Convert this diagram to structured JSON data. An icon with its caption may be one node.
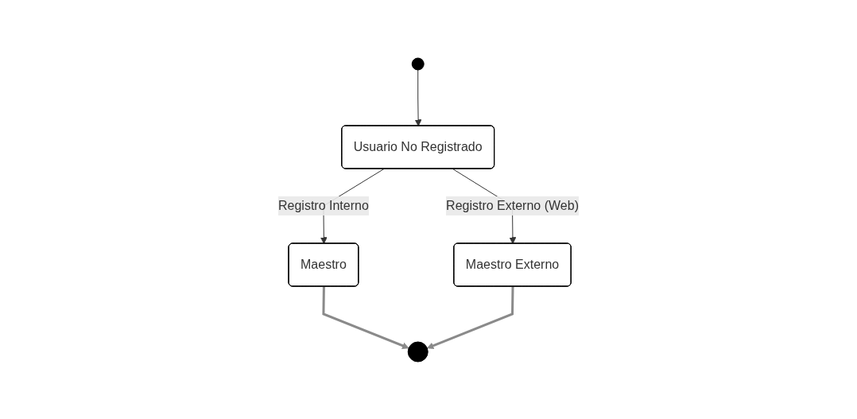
{
  "diagram": {
    "nodes": [
      {
        "text": [],
        "shape": "circle"
      },
      {
        "text": [
          "Usuario No Registrado"
        ]
      },
      {
        "text": [
          "Maestro"
        ]
      },
      {
        "text": [
          "Maestro Externo"
        ]
      },
      {
        "text": [],
        "shape": "circle"
      }
    ],
    "edges": [
      {
        "from": 0,
        "to": 1,
        "arrow": "to"
      },
      {
        "from": 1,
        "to": 2,
        "arrow": "to",
        "label": "Registro Interno"
      },
      {
        "from": 1,
        "to": 3,
        "arrow": "to",
        "label": "Registro Externo (Web)"
      },
      {
        "from": 2,
        "to": 4,
        "arrow": "to",
        "style": "thick",
        "color": "#8a8a8a"
      },
      {
        "from": 3,
        "to": 4,
        "arrow": "to",
        "style": "thick",
        "color": "#8a8a8a"
      }
    ]
  }
}
